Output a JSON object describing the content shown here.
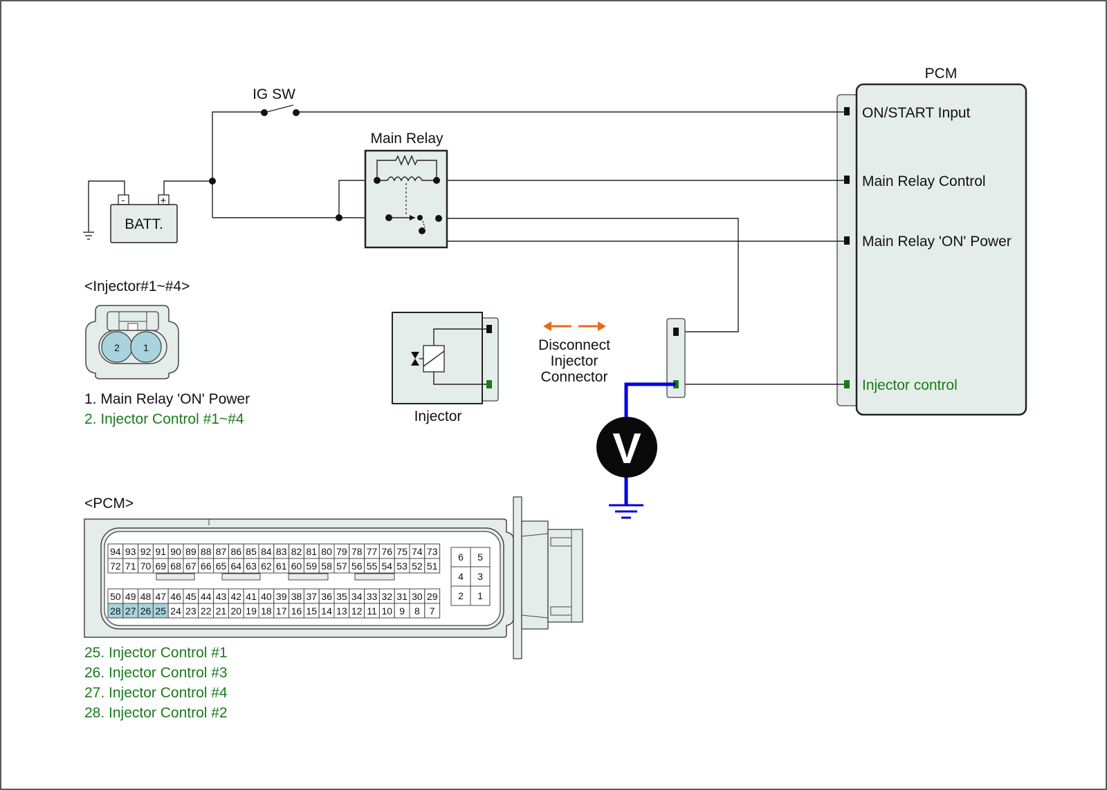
{
  "colors": {
    "green": "#1a7a1a",
    "blue": "#0000dd",
    "orange": "#e86a1a",
    "panel": "#e4ede9",
    "pin_highlight": "#a9d3de"
  },
  "labels": {
    "ig_sw": "IG SW",
    "main_relay": "Main Relay",
    "batt": "BATT.",
    "batt_minus": "-",
    "batt_plus": "+",
    "pcm_title": "PCM",
    "injector": "Injector",
    "disconnect": [
      "Disconnect",
      "Injector",
      "Connector"
    ],
    "voltmeter": "V"
  },
  "pcm_pins": [
    {
      "label": "ON/START Input",
      "color": "#111111"
    },
    {
      "label": "Main Relay Control",
      "color": "#111111"
    },
    {
      "label": "Main Relay 'ON' Power",
      "color": "#111111"
    },
    {
      "label": "Injector control",
      "color": "#1a7a1a"
    }
  ],
  "injector_connector": {
    "title": "<Injector#1~#4>",
    "pins": [
      "2",
      "1"
    ],
    "legend": [
      {
        "text": "1. Main Relay 'ON' Power",
        "color": "#111111"
      },
      {
        "text": "2. Injector Control #1~#4",
        "color": "#1a7a1a"
      }
    ]
  },
  "pcm_connector": {
    "title": "<PCM>",
    "rows": [
      [
        "94",
        "93",
        "92",
        "91",
        "90",
        "89",
        "88",
        "87",
        "86",
        "85",
        "84",
        "83",
        "82",
        "81",
        "80",
        "79",
        "78",
        "77",
        "76",
        "75",
        "74",
        "73"
      ],
      [
        "72",
        "71",
        "70",
        "69",
        "68",
        "67",
        "66",
        "65",
        "64",
        "63",
        "62",
        "61",
        "60",
        "59",
        "58",
        "57",
        "56",
        "55",
        "54",
        "53",
        "52",
        "51"
      ],
      [
        "50",
        "49",
        "48",
        "47",
        "46",
        "45",
        "44",
        "43",
        "42",
        "41",
        "40",
        "39",
        "38",
        "37",
        "36",
        "35",
        "34",
        "33",
        "32",
        "31",
        "30",
        "29"
      ],
      [
        "28",
        "27",
        "26",
        "25",
        "24",
        "23",
        "22",
        "21",
        "20",
        "19",
        "18",
        "17",
        "16",
        "15",
        "14",
        "13",
        "12",
        "11",
        "10",
        "9",
        "8",
        "7"
      ]
    ],
    "highlighted": [
      "28",
      "27",
      "26",
      "25"
    ],
    "small_pins": [
      [
        "6",
        "5"
      ],
      [
        "4",
        "3"
      ],
      [
        "2",
        "1"
      ]
    ],
    "legend": [
      "25. Injector Control  #1",
      "26. Injector Control  #3",
      "27. Injector Control  #4",
      "28. Injector Control  #2"
    ]
  }
}
